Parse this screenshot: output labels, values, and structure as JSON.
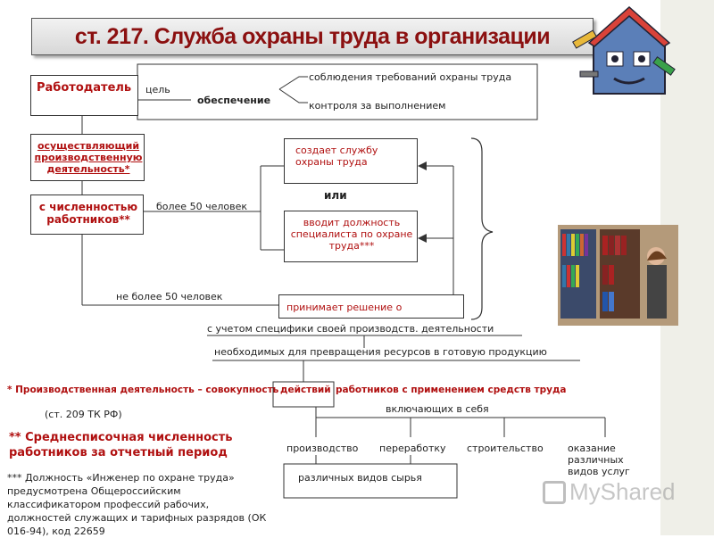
{
  "title": "ст. 217. Служба охраны труда в организации",
  "employer": "Работодатель",
  "goal_label": "цель",
  "provision": "обеспечение",
  "compliance": "соблюдения требований охраны труда",
  "control": "контроля за выполнением",
  "conducting_activity": "осуществляющий производственную деятельность*",
  "with_staff_count": "с численностью работников**",
  "more_than_50": "более 50 человек",
  "creates_service": "создает службу охраны труда",
  "or_label": "или",
  "introduces_position": "вводит должность специалиста по охране труда***",
  "not_more_than_50": "не более 50 человек",
  "takes_decision": "принимает решение о",
  "considering_specifics": "с учетом специфики своей производств. деятельности",
  "necessary_for": "необходимых для превращения ресурсов в готовую продукцию",
  "footnote1_prefix": "* Производственная деятельность – совокупность",
  "actions_word": "действий",
  "footnote1_suffix": "работников с применением средств труда",
  "article_ref": "(ст.  209 ТК РФ)",
  "including": "включающих в себя",
  "footnote2": "** Среднесписочная численность работников за отчетный период",
  "production": "производство",
  "processing": "переработку",
  "construction": "строительство",
  "services": "оказание различных видов услуг",
  "raw_materials": "различных видов сырья",
  "footnote3": "*** Должность «Инженер по охране труда» предусмотрена Общероссийским классификатором профессий рабочих, должностей служащих и тарифных разрядов (ОК 016-94), код 22659",
  "watermark": "MyShared",
  "colors": {
    "accent_red": "#b01010",
    "title_red": "#8b1010",
    "text": "#222222"
  },
  "icons": [
    "house-worker-illustration",
    "library-photo",
    "myshared-logo-icon"
  ]
}
